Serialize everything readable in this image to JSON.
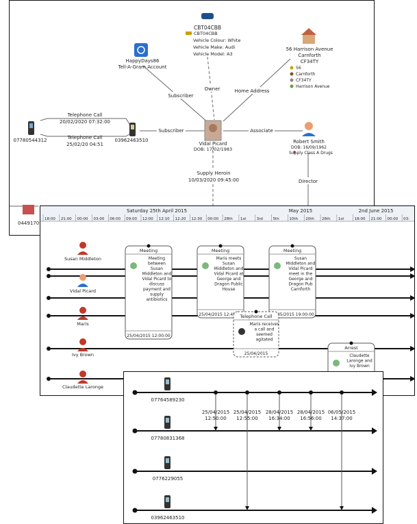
{
  "link_chart": {
    "vehicle": {
      "title": "CBT04CBB",
      "plate": "CBT04CBB",
      "colour": "Vehicle Colour: White",
      "make": "Vehicle Make: Audi",
      "model": "Vehicle Model: A3"
    },
    "account": {
      "name": "HappyDays86",
      "type": "Tell-A-Gram Account"
    },
    "address": {
      "line1": "56 Harrison Avenue",
      "line2": "Carnforth",
      "line3": "CF34TY",
      "d1": "56",
      "d2": "Carnforth",
      "d3": "CF34TY",
      "d4": "Harrison Avenue"
    },
    "person": {
      "name": "Vidal Picard",
      "dob": "DOB: 17/02/1983"
    },
    "associate": {
      "name": "Robert Smith",
      "dob": "DOB: 16/09/1962",
      "note": "Supply Class A Drugs"
    },
    "phone_left": "07780544312",
    "phone_mid": "03962463510",
    "links": {
      "subscriber_account": "Subscriber",
      "owner": "Owner",
      "home": "Home Address",
      "subscriber_phone": "Subscriber",
      "associate": "Associate",
      "director": "Director",
      "supply": "Supply Heroin",
      "supply_date": "10/03/2020 09:45:00"
    },
    "calls": [
      {
        "label": "Telephone Call",
        "date": "20/02/2020 07:32:00"
      },
      {
        "label": "Telephone Call",
        "date": "25/02/20 04:51"
      }
    ],
    "partial_label": "0449170"
  },
  "timeline": {
    "header": {
      "date_a": "Saturday 25th April 2015",
      "date_b": "May 2015",
      "date_c": "2nd June 2015",
      "ticks": [
        "18:00",
        "21:00",
        "00:00",
        "03:00",
        "06:00",
        "09:00",
        "12:00",
        "12:10",
        "12:20",
        "12:30",
        "00:00",
        "28th",
        "1st",
        "3rd",
        "5th",
        "10th",
        "20th",
        "26th",
        "1st",
        "18:00",
        "21:00",
        "00:00",
        "03:"
      ]
    },
    "people": [
      "Susan Middleton",
      "Vidal Picard",
      "Maris",
      "Ivy Brown",
      "Claudette Laronge"
    ],
    "events": [
      {
        "title": "Meeting",
        "lines": [
          "Meeting",
          "between",
          "Susan",
          "Middleton and",
          "Vidal Picard to",
          "discuss",
          "payment and",
          "supply",
          "antibiotics"
        ],
        "date": "25/04/2015 12:00:00"
      },
      {
        "title": "Meeting",
        "lines": [
          "Maris meets",
          "Susan",
          "Middleton and",
          "Vidal Picard at",
          "George and",
          "Dragon Public",
          "House"
        ],
        "date": "25/04/2015 12:45:00"
      },
      {
        "title": "Meeting",
        "lines": [
          "Susan",
          "Middleton and",
          "Vidal Picard",
          "meet in the",
          "George and",
          "Dragon Pub",
          "Carnforth"
        ],
        "date": "06/05/2015 19:00:00"
      },
      {
        "title": "Telephone Call",
        "lines": [
          "Maris receives",
          "a call and",
          "seemed",
          "agitated"
        ],
        "date": "25/04/2015"
      },
      {
        "title": "Arrest",
        "lines": [
          "Claudette",
          "Laronge and",
          "Ivy Brown"
        ],
        "date": ""
      }
    ]
  },
  "phone_timeline": {
    "phones": [
      "07764589230",
      "07780831368",
      "0776229055",
      "03962463510"
    ],
    "events": [
      {
        "date": "25/04/2015",
        "time": "12:50:00"
      },
      {
        "date": "25/04/2015",
        "time": "12:55:00"
      },
      {
        "date": "28/04/2015",
        "time": "16:34:00"
      },
      {
        "date": "28/04/2015",
        "time": "16:56:00"
      },
      {
        "date": "06/05/2015",
        "time": "14:37:00"
      }
    ]
  }
}
